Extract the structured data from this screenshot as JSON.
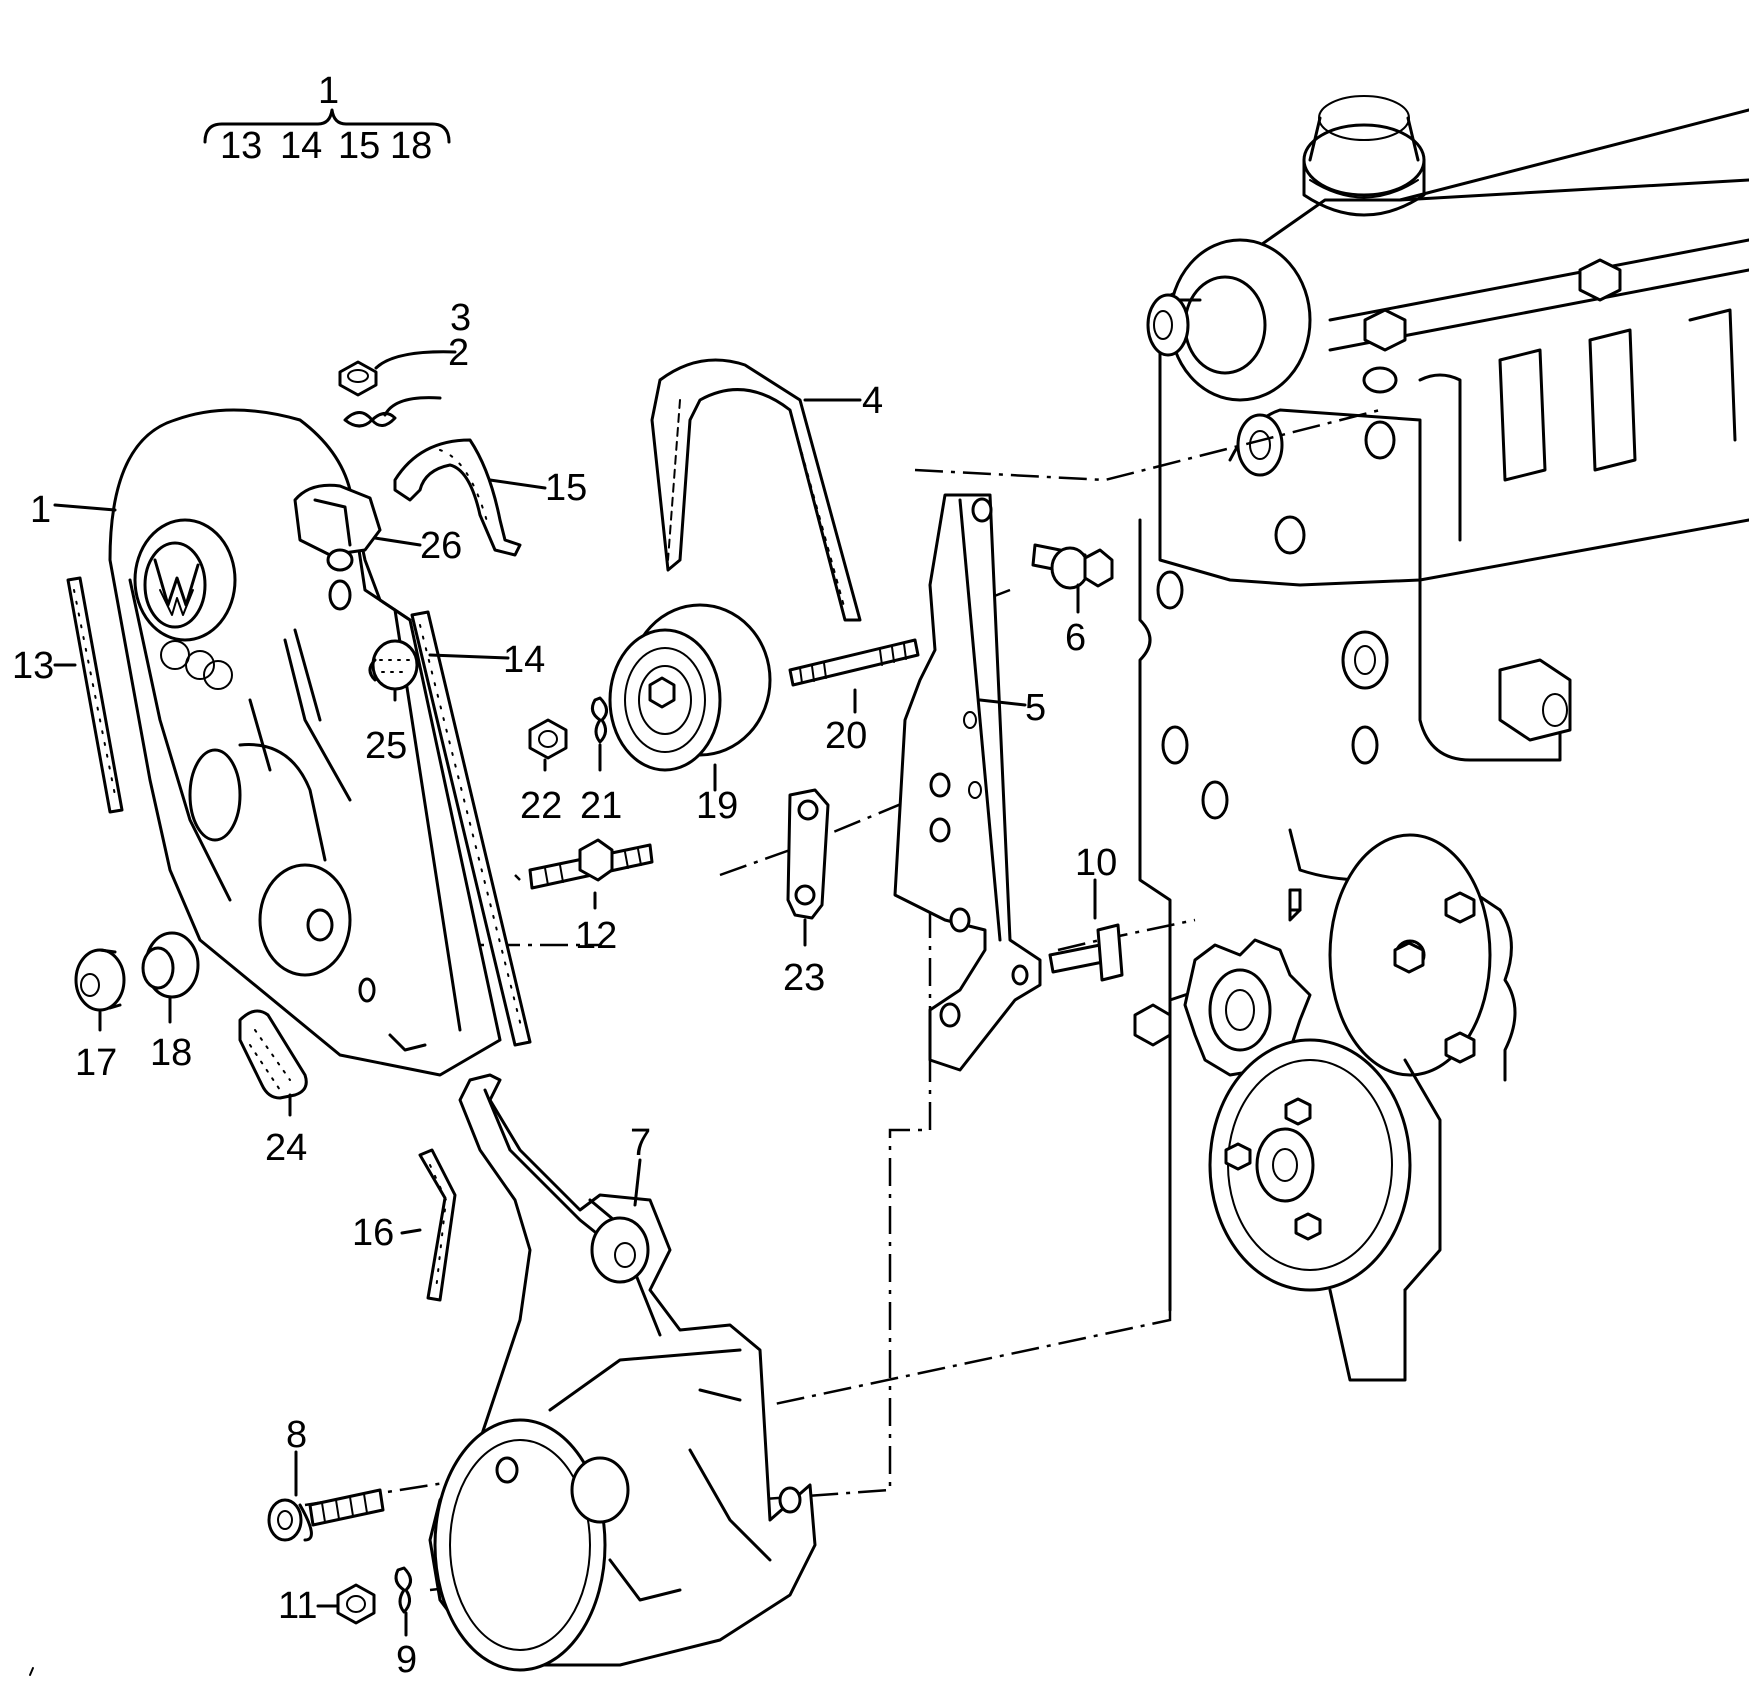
{
  "colors": {
    "ink": "#000000",
    "paper": "#ffffff"
  },
  "kit": {
    "top_label": "1",
    "members": [
      "13",
      "14",
      "15",
      "18"
    ]
  },
  "callouts": {
    "c1": "1",
    "c2": "2",
    "c3": "3",
    "c4": "4",
    "c5": "5",
    "c6": "6",
    "c7": "7",
    "c8": "8",
    "c9": "9",
    "c10": "10",
    "c11": "11",
    "c12": "12",
    "c13": "13",
    "c14": "14",
    "c15": "15",
    "c16": "16",
    "c17": "17",
    "c18": "18",
    "c19": "19",
    "c20": "20",
    "c21": "21",
    "c22": "22",
    "c23": "23",
    "c24": "24",
    "c25": "25",
    "c26": "26"
  },
  "icons": {
    "upper_cover": "timing-belt-upper-cover-icon",
    "lower_cover": "timing-belt-lower-cover-icon",
    "belt": "toothed-belt-icon",
    "tensioner": "tensioning-roller-icon",
    "engine": "engine-block-icon"
  }
}
